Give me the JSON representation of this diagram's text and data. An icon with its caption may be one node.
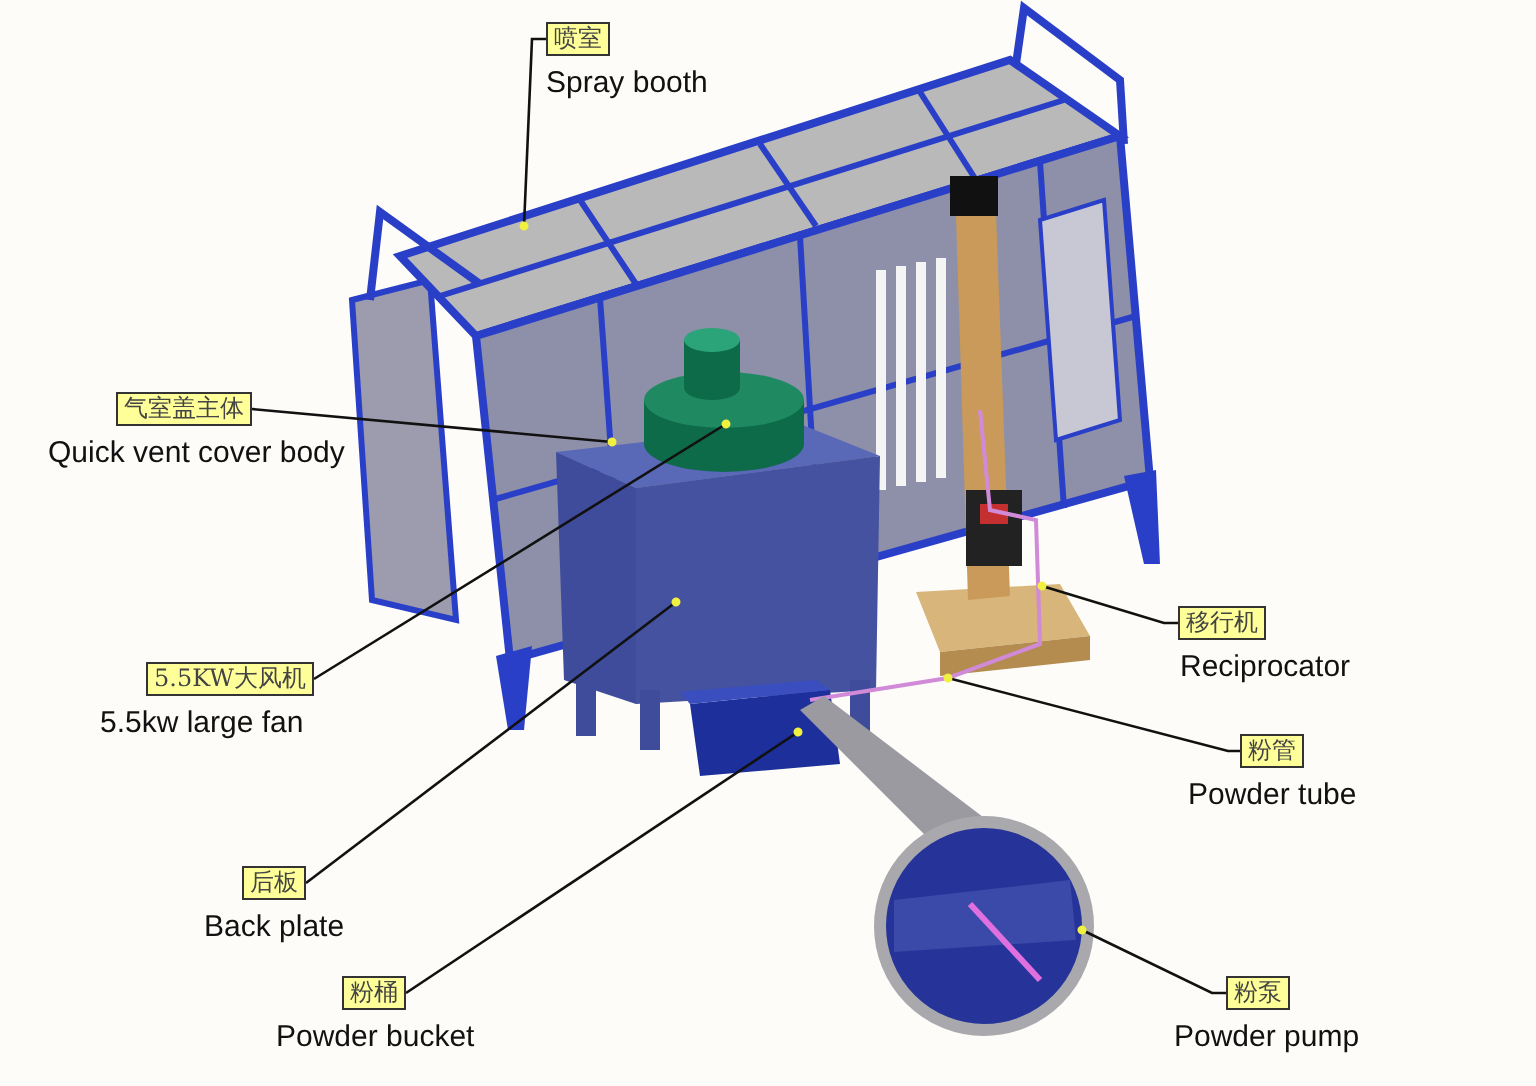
{
  "diagram": {
    "nodes": [
      {
        "text": [
          "喷室",
          "Spray booth"
        ]
      },
      {
        "text": [
          "气室盖主体",
          "Quick vent cover body"
        ]
      },
      {
        "text": [
          "5.5KW大风机",
          "5.5kw large fan"
        ]
      },
      {
        "text": [
          "后板",
          "Back plate"
        ]
      },
      {
        "text": [
          "粉桶",
          "Powder bucket"
        ]
      },
      {
        "text": [
          "移行机",
          "Reciprocator"
        ]
      },
      {
        "text": [
          "粉管",
          "Powder tube"
        ]
      },
      {
        "text": [
          "粉泵",
          "Powder pump"
        ]
      }
    ],
    "edges": [
      {
        "from": 0,
        "to": null,
        "arrow": "other"
      },
      {
        "from": 1,
        "to": null,
        "arrow": "other"
      },
      {
        "from": 2,
        "to": null,
        "arrow": "other"
      },
      {
        "from": 3,
        "to": null,
        "arrow": "other"
      },
      {
        "from": 4,
        "to": null,
        "arrow": "other"
      },
      {
        "from": 5,
        "to": null,
        "arrow": "other"
      },
      {
        "from": 6,
        "to": null,
        "arrow": "other"
      },
      {
        "from": 7,
        "to": null,
        "arrow": "other"
      }
    ]
  }
}
